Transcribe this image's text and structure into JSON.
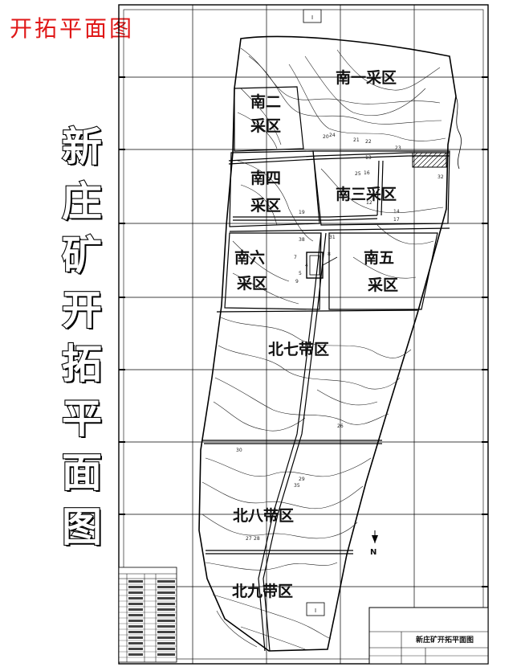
{
  "page_label": "开拓平面图",
  "vertical_title": [
    "新",
    "庄",
    "矿",
    "开",
    "拓",
    "平",
    "面",
    "图"
  ],
  "roman_top": "I",
  "roman_bottom": "I",
  "north_arrow": "N",
  "zones": [
    {
      "id": "south-1",
      "lines": [
        "南一采区"
      ]
    },
    {
      "id": "south-2",
      "lines": [
        "南二",
        "采区"
      ]
    },
    {
      "id": "south-3",
      "lines": [
        "南三采区"
      ]
    },
    {
      "id": "south-4",
      "lines": [
        "南四",
        "采区"
      ]
    },
    {
      "id": "south-5",
      "lines": [
        "南五",
        "采区"
      ]
    },
    {
      "id": "south-6",
      "lines": [
        "南六",
        "采区"
      ]
    },
    {
      "id": "north-7",
      "lines": [
        "北七带区"
      ]
    },
    {
      "id": "north-8",
      "lines": [
        "北八带区"
      ]
    },
    {
      "id": "north-9",
      "lines": [
        "北九带区"
      ]
    }
  ],
  "spot_numbers": [
    "20",
    "21",
    "22",
    "23",
    "24",
    "25",
    "13",
    "16",
    "17",
    "19",
    "31",
    "32",
    "38",
    "5",
    "4",
    "7",
    "8",
    "9",
    "30",
    "35",
    "14",
    "26",
    "27",
    "28",
    "29",
    "12"
  ],
  "title_block": {
    "title": "新庄矿开拓平面图"
  }
}
